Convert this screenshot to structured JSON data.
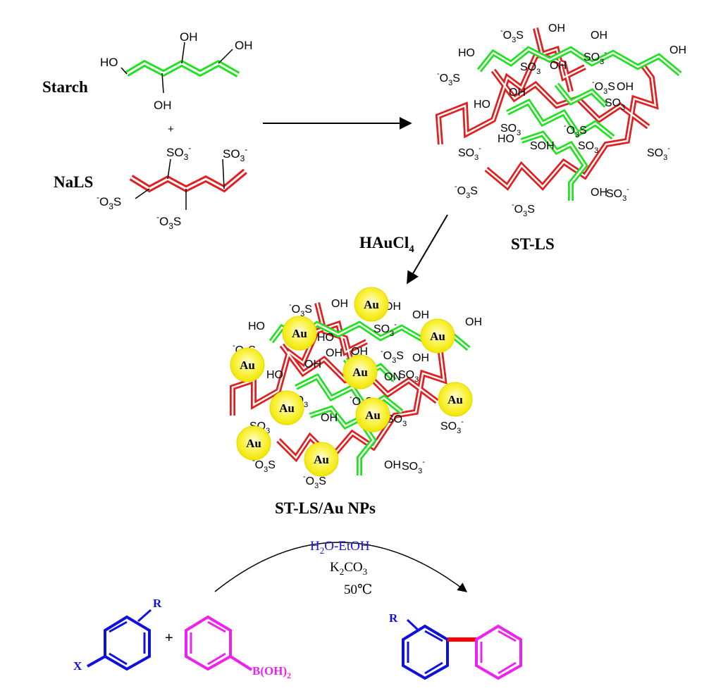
{
  "labels": {
    "starch": "Starch",
    "nals": "NaLS",
    "plus": "+",
    "st_ls": "ST-LS",
    "reagent": "HAuCl",
    "reagent_sub": "4",
    "st_ls_au": "ST-LS/Au NPs",
    "au": "Au"
  },
  "groups": {
    "oh": "OH",
    "ho": "HO",
    "so3": "SO",
    "so3_sub": "3",
    "charge": "-",
    "o3s": "O",
    "s": "S"
  },
  "conditions": {
    "solvent_a": "H",
    "solvent_sub": "2",
    "solvent_b": "O-EtOH",
    "base_a": "K",
    "base_sub": "2",
    "base_b": "CO",
    "base_sub2": "3",
    "temperature": "50",
    "temp_unit": "℃"
  },
  "reaction": {
    "r_group": "R",
    "x_group": "X",
    "boronic_a": "B(OH)",
    "boronic_sub": "2"
  },
  "colors": {
    "starch_chain": "#22e022",
    "lignosulfonate_chain": "#e02020",
    "aryl_halide": "#1010dd",
    "boronic_acid": "#ee22ee",
    "new_bond": "#ff0000",
    "nanoparticle": "#f5f000",
    "condition_solvent": "#1a1ad0"
  }
}
